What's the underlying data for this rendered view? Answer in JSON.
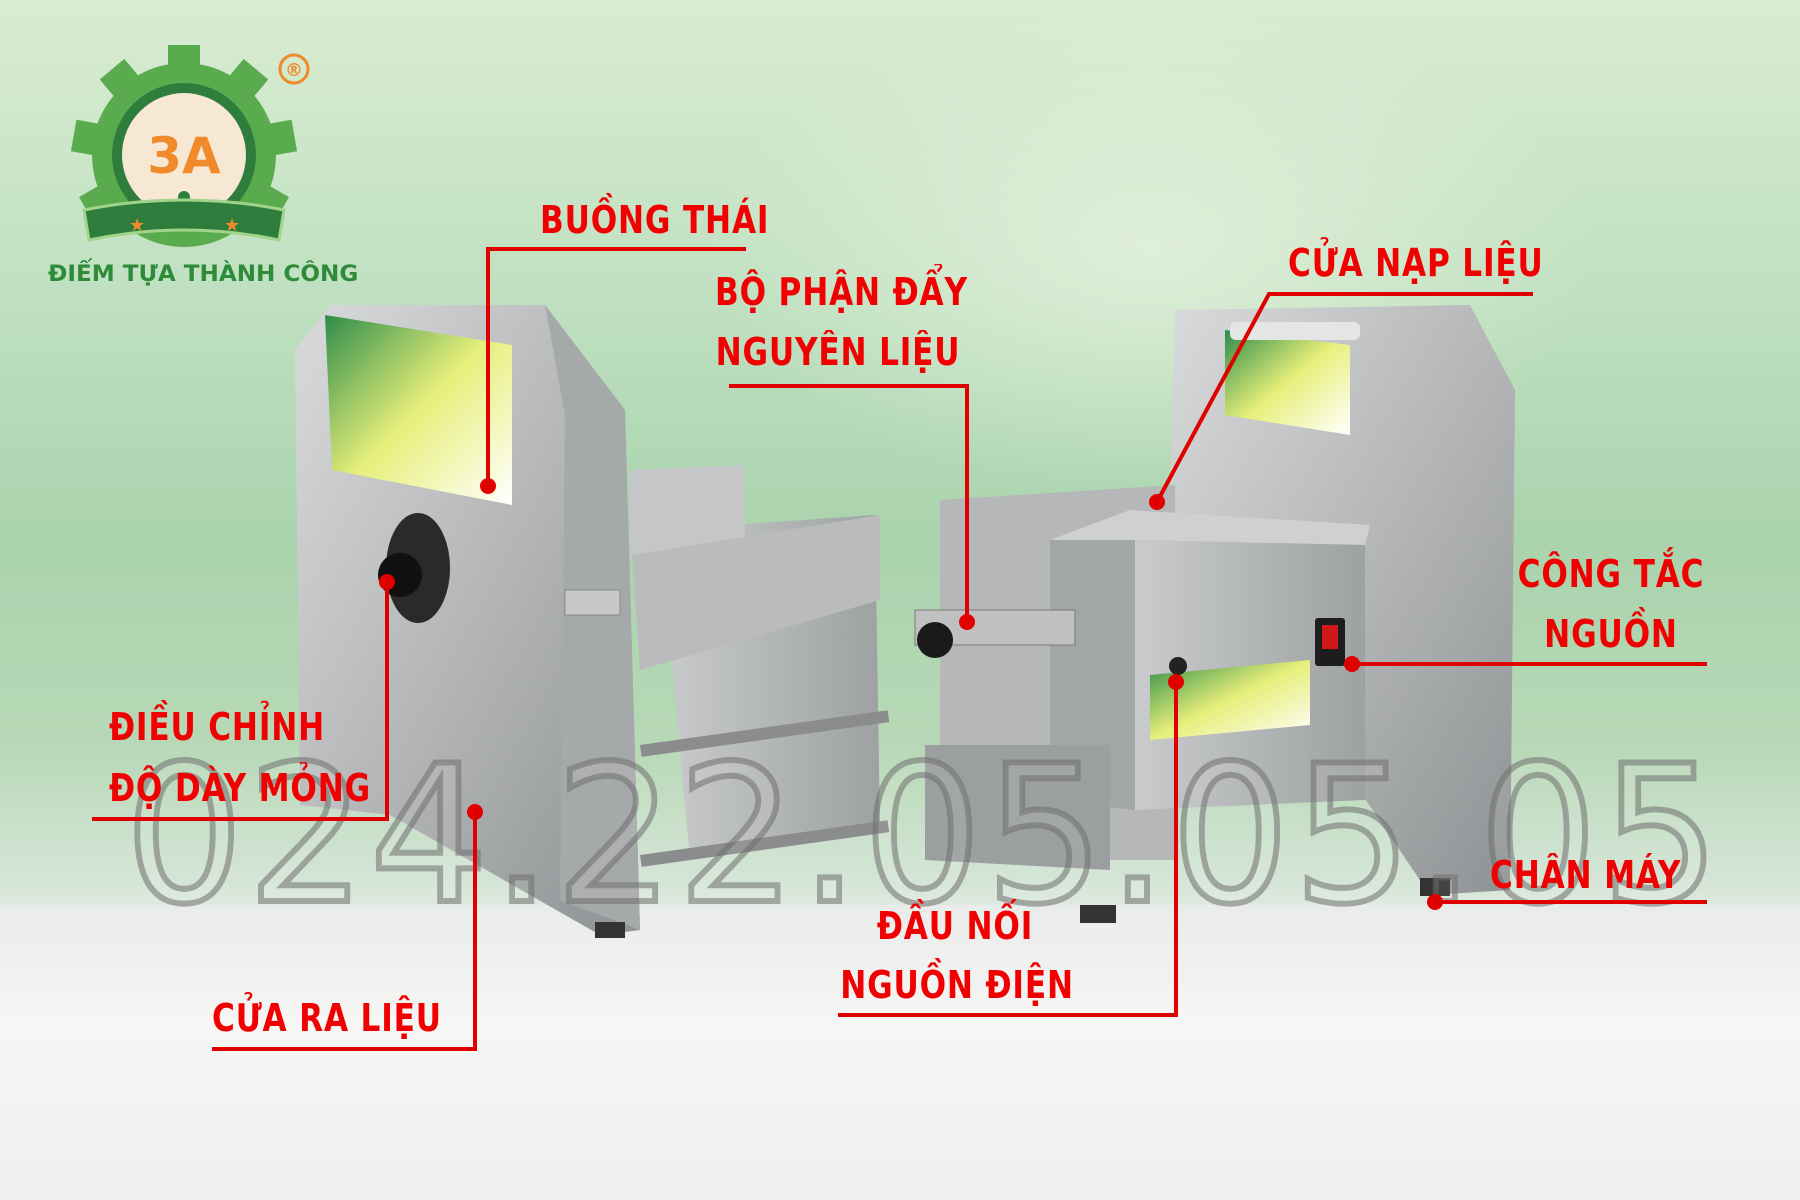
{
  "logo": {
    "mark": "3A",
    "registered": "®",
    "slogan": "ĐIỂM TỰA THÀNH CÔNG"
  },
  "watermark_phone": "024.22.05.05.05",
  "callouts": {
    "buong_thai": "BUỒNG THÁI",
    "bo_phan_day": [
      "BỘ PHẬN ĐẨY",
      "NGUYÊN LIỆU"
    ],
    "cua_nap_lieu": "CỬA NẠP LIỆU",
    "cong_tac_nguon": [
      "CÔNG TẮC",
      "NGUỒN"
    ],
    "chan_may": "CHÂN MÁY",
    "dau_noi": [
      "ĐẦU NỐI",
      "NGUỒN ĐIỆN"
    ],
    "cua_ra_lieu": "CỬA RA LIỆU",
    "dieu_chinh": [
      "ĐIỀU CHỈNH",
      "ĐỘ DÀY MỎNG"
    ]
  },
  "colors": {
    "callout": "#f00000",
    "logo_green": "#3a9a45",
    "logo_orange": "#f08a2a"
  }
}
